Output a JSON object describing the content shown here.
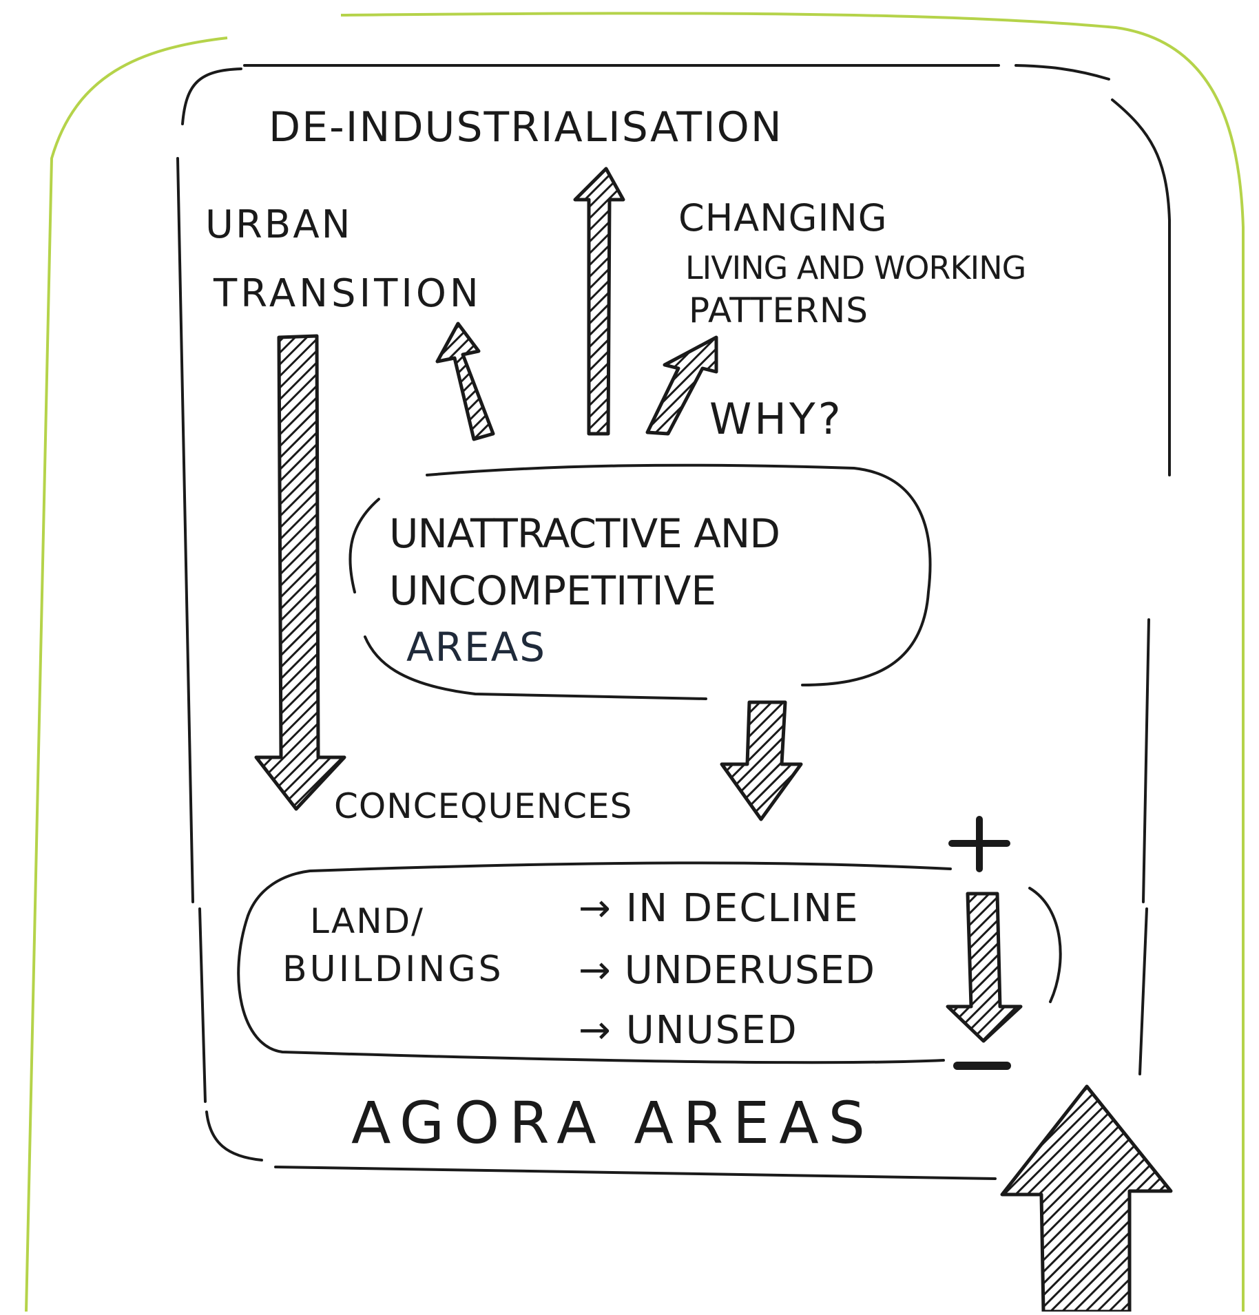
{
  "colors": {
    "ink": "#1a1a1a",
    "frame_green": "#b5d34a",
    "paper": "#ffffff",
    "accent_text": "#1f2a3a"
  },
  "diagram": {
    "top_label": "DE-INDUSTRIALISATION",
    "left_label": {
      "line1": "URBAN",
      "line2": "TRANSITION"
    },
    "right_label": {
      "line1": "CHANGING",
      "line2": "LIVING AND WORKING",
      "line3": "PATTERNS"
    },
    "why_label": "WHY?",
    "central_box": {
      "line1": "UNATTRACTIVE AND",
      "line2": "UNCOMPETITIVE",
      "line3": "AREAS"
    },
    "consequences_label": "CONCEQUENCES",
    "bottom_box": {
      "subject_line1": "LAND/",
      "subject_line2": "BUILDINGS",
      "states": [
        "→ IN DECLINE",
        "→ UNDERUSED",
        "→ UNUSED"
      ]
    },
    "plus_sign": "+",
    "minus_sign": "−",
    "footer_label": "AGORA AREAS"
  }
}
